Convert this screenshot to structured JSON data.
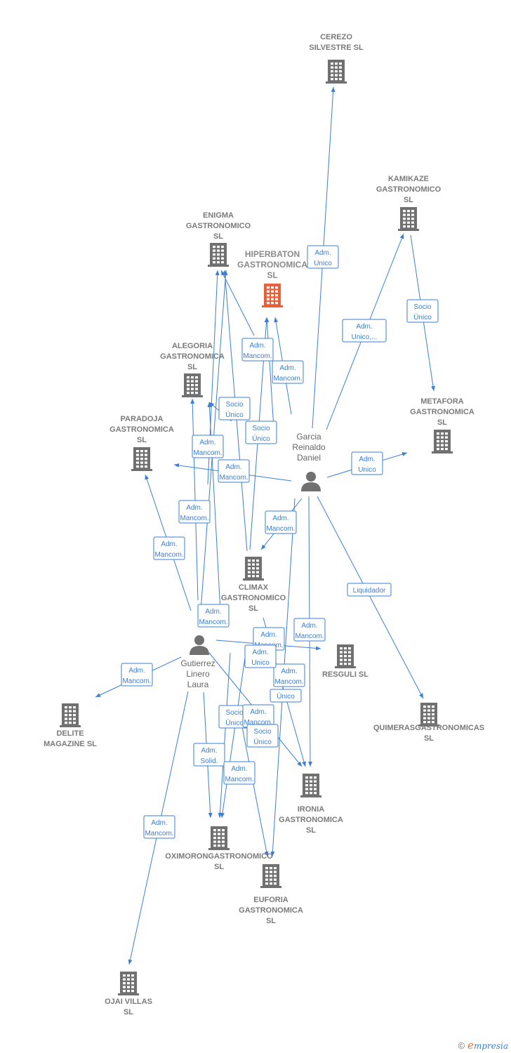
{
  "colors": {
    "edge": "#3a7fd5",
    "company": "#707070",
    "main_company": "#e8603a",
    "person": "#707070"
  },
  "companies": [
    {
      "id": "cerezo",
      "lines": [
        "CEREZO",
        "SILVESTRE SL"
      ]
    },
    {
      "id": "kamikaze",
      "lines": [
        "KAMIKAZE",
        "GASTRONOMICO",
        "SL"
      ]
    },
    {
      "id": "enigma",
      "lines": [
        "ENIGMA",
        "GASTRONOMICO",
        "SL"
      ]
    },
    {
      "id": "hiperbaton",
      "lines": [
        "HIPERBATON",
        "GASTRONOMICA",
        "SL"
      ],
      "main": true
    },
    {
      "id": "alegoria",
      "lines": [
        "ALEGORIA",
        "GASTRONOMICA",
        "SL"
      ]
    },
    {
      "id": "metafora",
      "lines": [
        "METAFORA",
        "GASTRONOMICA",
        "SL"
      ]
    },
    {
      "id": "paradoja",
      "lines": [
        "PARADOJA",
        "GASTRONOMICA",
        "SL"
      ]
    },
    {
      "id": "climax",
      "lines": [
        "CLIMAX",
        "GASTRONOMICO",
        "SL"
      ]
    },
    {
      "id": "resguli",
      "lines": [
        "RESGULI SL"
      ]
    },
    {
      "id": "delite",
      "lines": [
        "DELITE",
        "MAGAZINE SL"
      ]
    },
    {
      "id": "quimeras",
      "lines": [
        "QUIMERASGASTRONOMICAS",
        "SL"
      ]
    },
    {
      "id": "ironia",
      "lines": [
        "IRONIA",
        "GASTRONOMICA",
        "SL"
      ]
    },
    {
      "id": "oximoron",
      "lines": [
        "OXIMORONGASTRONOMICO",
        "SL"
      ]
    },
    {
      "id": "euforia",
      "lines": [
        "EUFORIA",
        "GASTRONOMICA",
        "SL"
      ]
    },
    {
      "id": "ojai",
      "lines": [
        "OJAI VILLAS",
        "SL"
      ]
    }
  ],
  "persons": [
    {
      "id": "garcia",
      "lines": [
        "Garcia",
        "Reinaldo",
        "Daniel"
      ]
    },
    {
      "id": "gutierrez",
      "lines": [
        "Gutierrez",
        "Linero",
        "Laura"
      ]
    }
  ],
  "edge_labels": [
    [
      "Adm.",
      "Unico"
    ],
    [
      "Adm.",
      "Unico,..."
    ],
    [
      "Socio",
      "Único"
    ],
    [
      "Adm.",
      "Mancom."
    ],
    [
      "Adm.",
      "Mancom."
    ],
    [
      "Socio",
      "Único"
    ],
    [
      "Socio",
      "Único"
    ],
    [
      "Adm.",
      "Mancom."
    ],
    [
      "Adm.",
      "Mancom."
    ],
    [
      "Adm.",
      "Mancom."
    ],
    [
      "Adm.",
      "Unico"
    ],
    [
      "Adm.",
      "Mancom."
    ],
    [
      "Adm.",
      "Mancom."
    ],
    [
      "Liquidador"
    ],
    [
      "Adm.",
      "Mancom."
    ],
    [
      "Adm.",
      "Mancom."
    ],
    [
      "Adm.",
      "Mancom."
    ],
    [
      "Adm.",
      "Mancom."
    ],
    [
      "Adm.",
      "Solid."
    ],
    [
      "Adm.",
      "Mancom."
    ],
    [
      "Único"
    ],
    [
      "Socio",
      "Único"
    ],
    [
      "Adm.",
      "Mancom."
    ],
    [
      "Socio",
      "Único"
    ],
    [
      "Adm.",
      "Mancom."
    ],
    [
      "Adm.",
      "Mancom."
    ],
    [
      "Adm.",
      "Unico"
    ],
    [
      "Adm.",
      "Mancom."
    ]
  ],
  "footer": {
    "copyright": "©",
    "brand_initial": "e",
    "brand_rest": "mpresia"
  }
}
